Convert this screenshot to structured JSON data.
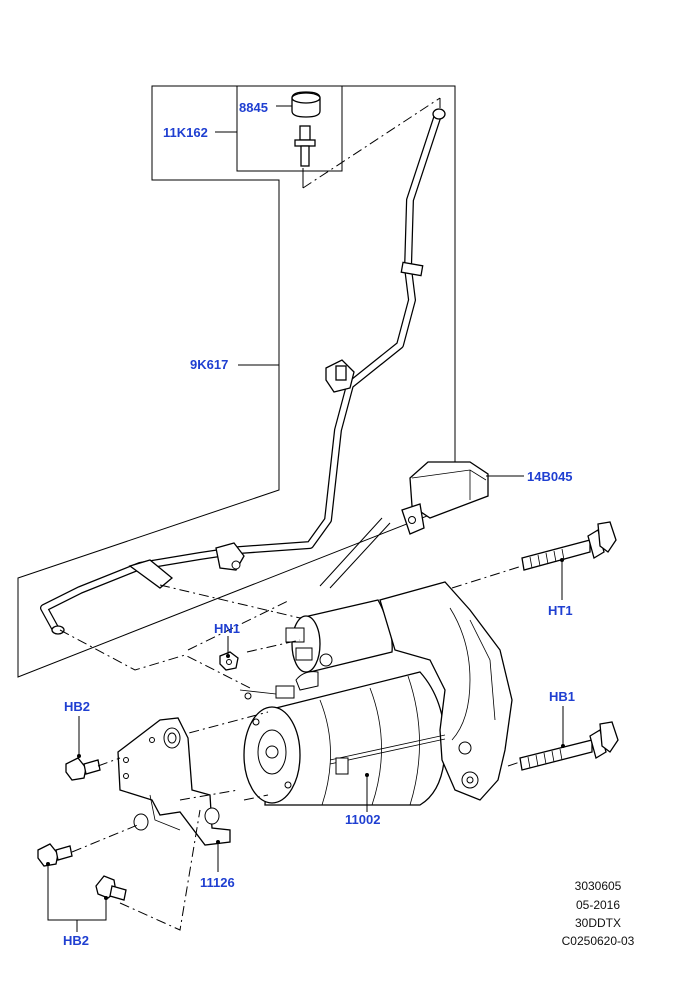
{
  "callouts": {
    "c8845": "8845",
    "c11k162": "11K162",
    "c9k617": "9K617",
    "c14b045": "14B045",
    "cht1": "HT1",
    "chn1": "HN1",
    "chb1": "HB1",
    "chb2_top": "HB2",
    "c11002": "11002",
    "c11126": "11126",
    "chb2_bottom": "HB2"
  },
  "reference_block": {
    "line1": "3030605",
    "line2": "05-2016",
    "line3": "30DDTX",
    "line4": "C0250620-03"
  },
  "colors": {
    "callout": "#1f3fd1",
    "linework": "#000000",
    "background": "#ffffff"
  }
}
